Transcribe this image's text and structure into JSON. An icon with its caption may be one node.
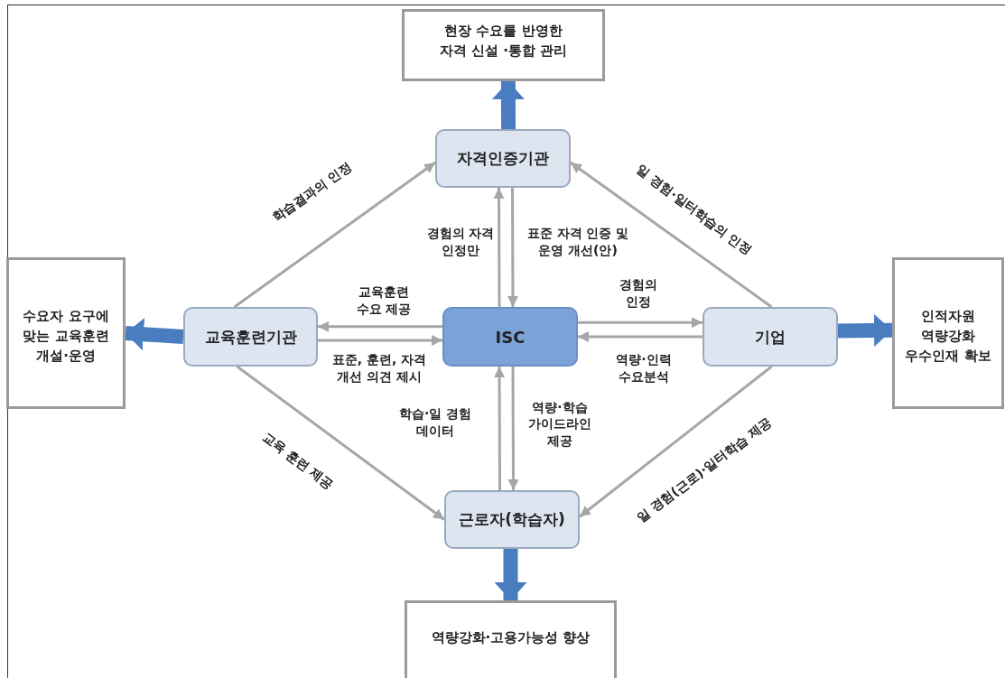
{
  "diagram": {
    "nodes": [
      {
        "text": [
          "현장 수요를 반영한 자격 신설 ·통합 관리"
        ]
      },
      {
        "text": [
          "자격인증기관"
        ]
      },
      {
        "text": [
          "수요자 요구에 맞는 교육훈련 개설·운영"
        ]
      },
      {
        "text": [
          "교육훈련기관"
        ]
      },
      {
        "text": [
          "ISC"
        ]
      },
      {
        "text": [
          "기업"
        ]
      },
      {
        "text": [
          "인적자원 역량강화 우수인재 확보"
        ]
      },
      {
        "text": [
          "근로자(학습자)"
        ]
      },
      {
        "text": [
          "역량강화·고용가능성 향상"
        ]
      }
    ],
    "edges": [
      {
        "from": 1,
        "to": 0,
        "arrow": "to",
        "style": "thick",
        "color": "#4a7dc0"
      },
      {
        "from": 3,
        "to": 2,
        "arrow": "to",
        "style": "thick",
        "color": "#4a7dc0"
      },
      {
        "from": 5,
        "to": 6,
        "arrow": "to",
        "style": "thick",
        "color": "#4a7dc0"
      },
      {
        "from": 7,
        "to": 8,
        "arrow": "to",
        "style": "thick",
        "color": "#4a7dc0"
      },
      {
        "from": 3,
        "to": 1,
        "arrow": "to",
        "label": "학습결과의 인정"
      },
      {
        "from": 5,
        "to": 1,
        "arrow": "to",
        "label": "일 경험·일터학습의 인정"
      },
      {
        "from": 4,
        "to": 1,
        "arrow": "to",
        "label": "경험의 자격 인정만"
      },
      {
        "from": 1,
        "to": 4,
        "arrow": "to",
        "label": "표준 자격 인증 및 운영 개선(안)"
      },
      {
        "from": 4,
        "to": 3,
        "arrow": "to",
        "label": "교육훈련 수요 제공"
      },
      {
        "from": 3,
        "to": 4,
        "arrow": "to",
        "label": "표준, 훈련, 자격 개선 의견 제시"
      },
      {
        "from": 4,
        "to": 5,
        "arrow": "to",
        "label": "경험의 인정"
      },
      {
        "from": 5,
        "to": 4,
        "arrow": "to",
        "label": "역량·인력 수요분석"
      },
      {
        "from": 7,
        "to": 4,
        "arrow": "to",
        "label": "학습·일 경험 데이터"
      },
      {
        "from": 4,
        "to": 7,
        "arrow": "to",
        "label": "역량·학습 가이드라인 제공"
      },
      {
        "from": 3,
        "to": 7,
        "arrow": "to",
        "label": "교육 훈련 제공"
      },
      {
        "from": 5,
        "to": 7,
        "arrow": "to",
        "label": "일 경험(근로)·일터학습 제공"
      }
    ]
  }
}
